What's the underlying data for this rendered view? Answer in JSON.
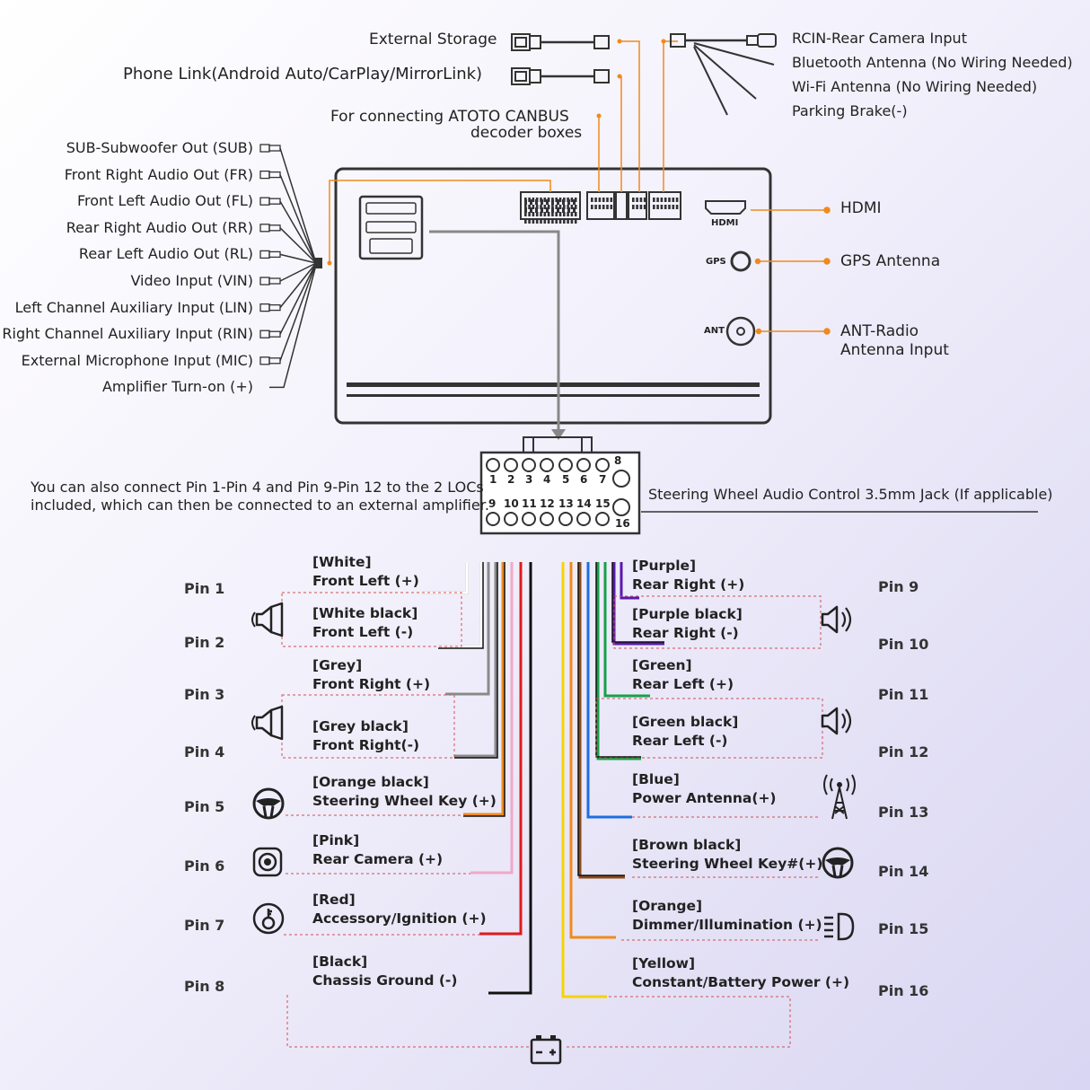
{
  "top_left": {
    "external_storage": "External Storage",
    "phone_link": "Phone Link(Android Auto/CarPlay/MirrorLink)",
    "canbus_line1": "For connecting ATOTO CANBUS",
    "canbus_line2": "decoder boxes"
  },
  "top_right": [
    "RCIN-Rear Camera Input",
    "Bluetooth Antenna (No Wiring Needed)",
    "Wi-Fi Antenna (No Wiring Needed)",
    "Parking Brake(-)"
  ],
  "rca_outputs": [
    "SUB-Subwoofer Out (SUB)",
    "Front Right Audio Out (FR)",
    "Front Left Audio Out (FL)",
    "Rear Right Audio Out (RR)",
    "Rear Left Audio Out (RL)",
    "Video Input (VIN)",
    "Left Channel Auxiliary Input (LIN)",
    "Right Channel Auxiliary Input (RIN)",
    "External Microphone Input (MIC)",
    "Amplifier Turn-on (+)"
  ],
  "unit_labels": {
    "hdmi": "HDMI",
    "gps": "GPS",
    "ant": "ANT"
  },
  "right_ports": {
    "hdmi": "HDMI",
    "gps": "GPS Antenna",
    "ant_line1": "ANT-Radio",
    "ant_line2": "Antenna Input"
  },
  "connector": {
    "top_numbers": [
      "1",
      "2",
      "3",
      "4",
      "5",
      "6",
      "7",
      "8"
    ],
    "bottom_numbers": [
      "9",
      "10",
      "11",
      "12",
      "13",
      "14",
      "15",
      "16"
    ]
  },
  "note_line1": "You can also connect Pin 1-Pin 4 and Pin 9-Pin 12 to the 2 LOCs",
  "note_line2": "included, which can then be connected to an external amplifier.",
  "steering_jack": "Steering Wheel Audio Control 3.5mm Jack (If applicable)",
  "pins_left": [
    {
      "pin": "Pin 1",
      "color_name": "[White]",
      "desc": "Front Left (+)",
      "wire": "#ffffff"
    },
    {
      "pin": "Pin 2",
      "color_name": "[White black]",
      "desc": "Front Left (-)",
      "wire": "#ffffff"
    },
    {
      "pin": "Pin 3",
      "color_name": "[Grey]",
      "desc": "Front Right (+)",
      "wire": "#8a8a8a"
    },
    {
      "pin": "Pin 4",
      "color_name": "[Grey black]",
      "desc": "Front Right(-)",
      "wire": "#8a8a8a"
    },
    {
      "pin": "Pin 5",
      "color_name": "[Orange black]",
      "desc": "Steering Wheel Key (+)",
      "wire": "#f08a1c"
    },
    {
      "pin": "Pin 6",
      "color_name": "[Pink]",
      "desc": "Rear Camera (+)",
      "wire": "#f0a8c8"
    },
    {
      "pin": "Pin 7",
      "color_name": "[Red]",
      "desc": "Accessory/Ignition (+)",
      "wire": "#e01a1a"
    },
    {
      "pin": "Pin 8",
      "color_name": "[Black]",
      "desc": "Chassis Ground (-)",
      "wire": "#111111"
    }
  ],
  "pins_right": [
    {
      "pin": "Pin 9",
      "color_name": "[Purple]",
      "desc": "Rear Right (+)",
      "wire": "#5a18b0"
    },
    {
      "pin": "Pin 10",
      "color_name": "[Purple black]",
      "desc": "Rear Right (-)",
      "wire": "#5a18b0"
    },
    {
      "pin": "Pin 11",
      "color_name": "[Green]",
      "desc": "Rear Left (+)",
      "wire": "#16a04a"
    },
    {
      "pin": "Pin 12",
      "color_name": "[Green black]",
      "desc": "Rear Left (-)",
      "wire": "#16a04a"
    },
    {
      "pin": "Pin 13",
      "color_name": "[Blue]",
      "desc": "Power Antenna(+)",
      "wire": "#1e6ee0"
    },
    {
      "pin": "Pin 14",
      "color_name": "[Brown black]",
      "desc": "Steering Wheel Key#(+)",
      "wire": "#8a4a1a"
    },
    {
      "pin": "Pin 15",
      "color_name": "[Orange]",
      "desc": "Dimmer/Illumination (+)",
      "wire": "#f08a1c"
    },
    {
      "pin": "Pin 16",
      "color_name": "[Yellow]",
      "desc": "Constant/Battery Power (+)",
      "wire": "#f5d400"
    }
  ],
  "colors": {
    "accent_orange": "#f08a1c",
    "outline": "#333333",
    "dashed_red": "#d05050"
  }
}
